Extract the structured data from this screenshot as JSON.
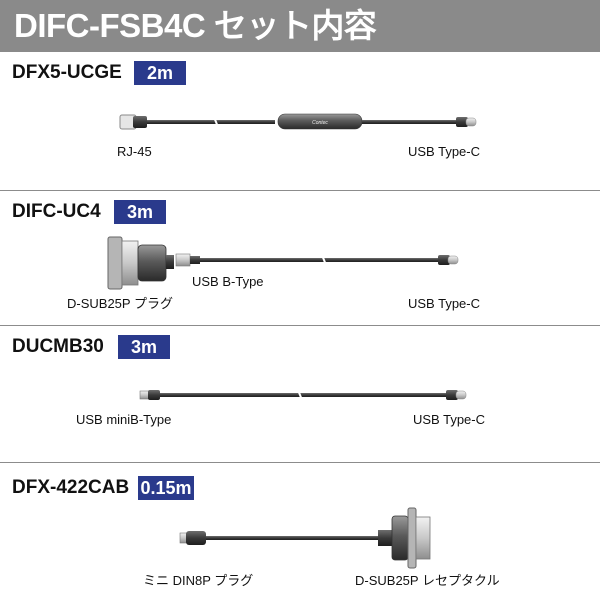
{
  "header": {
    "title": "DIFC-FSB4C セット内容"
  },
  "items": [
    {
      "model": "DFX5-UCGE",
      "length": "2m",
      "labels": {
        "left": "RJ-45",
        "right": "USB Type-C"
      },
      "brand": "Contec"
    },
    {
      "model": "DIFC-UC4",
      "length": "3m",
      "labels": {
        "mid": "USB B-Type",
        "left": "D-SUB25P プラグ",
        "right": "USB Type-C"
      }
    },
    {
      "model": "DUCMB30",
      "length": "3m",
      "labels": {
        "left": "USB miniB-Type",
        "right": "USB Type-C"
      }
    },
    {
      "model": "DFX-422CAB",
      "length": "0.15m",
      "labels": {
        "left": "ミニ DIN8P プラグ",
        "right": "D-SUB25P レセプタクル"
      }
    }
  ],
  "colors": {
    "header_bg": "#8a8a8a",
    "badge_bg": "#2a3a8c",
    "cable": "#3a3a3a"
  }
}
